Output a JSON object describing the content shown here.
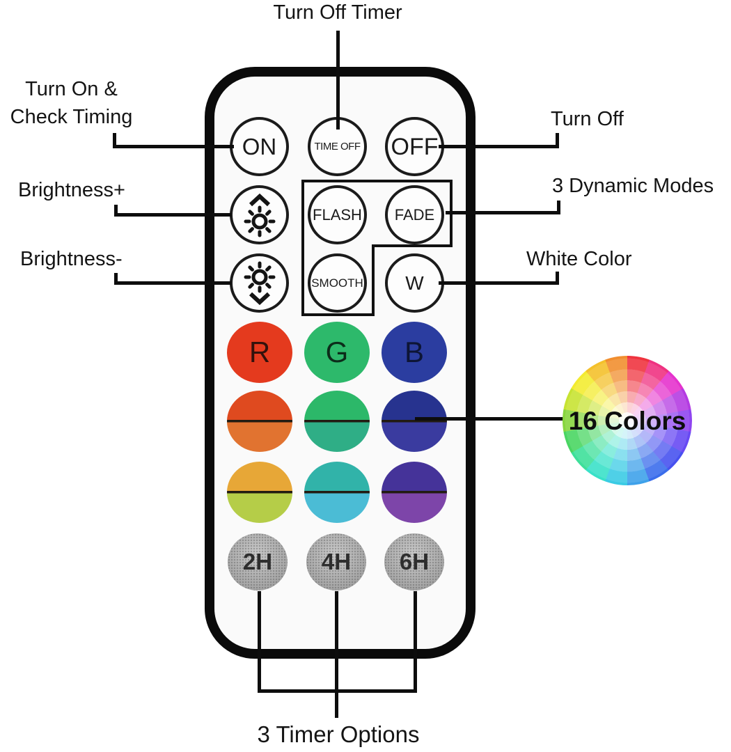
{
  "labels": {
    "turn_off_timer": "Turn Off Timer",
    "turn_on_line1": "Turn On &",
    "turn_on_line2": "Check Timing",
    "brightness_plus": "Brightness+",
    "brightness_minus": "Brightness-",
    "turn_off": "Turn Off",
    "dynamic_modes": "3 Dynamic Modes",
    "white_color": "White Color",
    "sixteen_colors": "16 Colors",
    "timer_options": "3 Timer Options"
  },
  "remote": {
    "buttons": {
      "on": "ON",
      "time_off": "TIME OFF",
      "off": "OFF",
      "flash": "FLASH",
      "fade": "FADE",
      "smooth": "SMOOTH",
      "white": "W"
    },
    "icons": {
      "brightness_up": "sun-chevron-up-icon",
      "brightness_down": "sun-chevron-down-icon"
    },
    "color_buttons": [
      {
        "label": "R",
        "fill": "#e43a1e",
        "letter_color": "#33120c"
      },
      {
        "label": "G",
        "fill": "#2db96b",
        "letter_color": "#0c2c1a"
      },
      {
        "label": "B",
        "fill": "#2b3da0",
        "letter_color": "#0d1535"
      },
      {
        "top": "#df4a1f",
        "bottom": "#e17330"
      },
      {
        "top": "#2cb869",
        "bottom": "#2fae86"
      },
      {
        "top": "#27338f",
        "bottom": "#3a3b9f"
      },
      {
        "top": "#e7a737",
        "bottom": "#b5cd48"
      },
      {
        "top": "#31b3a9",
        "bottom": "#4bbcd5"
      },
      {
        "top": "#453399",
        "bottom": "#7d45a9"
      }
    ],
    "timer_buttons": [
      "2H",
      "4H",
      "6H"
    ]
  },
  "color_wheel": {
    "label": "16 Colors",
    "hues": [
      "#ee2430",
      "#ee2277",
      "#e322c9",
      "#ae2ce0",
      "#8736ef",
      "#5c3bf2",
      "#3944ee",
      "#2b62ea",
      "#2f9ae8",
      "#2bc7e2",
      "#2adfc4",
      "#2edd92",
      "#3bd256",
      "#7ed32f",
      "#c3e122",
      "#f2ea20",
      "#f3bc1b",
      "#f0851e"
    ]
  },
  "accents": {
    "line_color": "#0d0d0d",
    "remote_border": "#0b0b0b",
    "divider_color": "#221b12"
  }
}
